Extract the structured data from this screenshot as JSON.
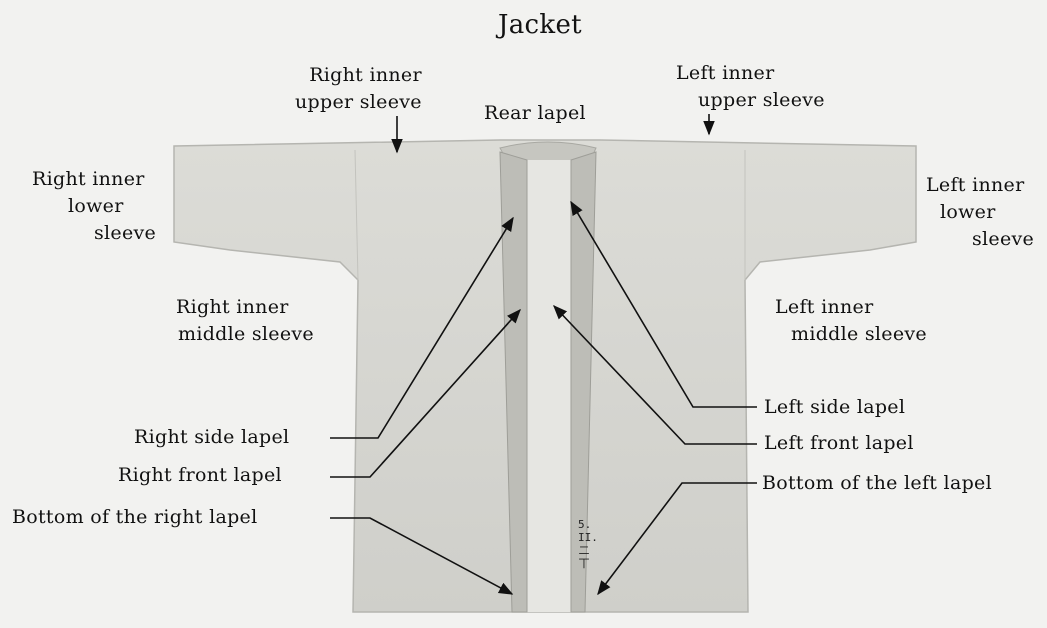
{
  "title": "Jacket",
  "labels": {
    "right_inner_upper_sleeve": [
      "Right inner",
      "upper sleeve"
    ],
    "rear_lapel": "Rear lapel",
    "left_inner_upper_sleeve": [
      "Left inner",
      "upper sleeve"
    ],
    "right_inner_lower_sleeve": [
      "Right inner",
      "lower",
      "sleeve"
    ],
    "left_inner_lower_sleeve": [
      "Left inner",
      "lower",
      "sleeve"
    ],
    "right_inner_middle_sleeve": [
      "Right inner",
      "middle sleeve"
    ],
    "left_inner_middle_sleeve": [
      "Left inner",
      "middle sleeve"
    ],
    "right_side_lapel": "Right side lapel",
    "right_front_lapel": "Right front lapel",
    "bottom_right_lapel": "Bottom of the right lapel",
    "left_side_lapel": "Left side lapel",
    "left_front_lapel": "Left front lapel",
    "bottom_left_lapel": "Bottom of the left lapel"
  },
  "stamp": [
    "5.",
    "II.",
    "二",
    "丅"
  ],
  "colors": {
    "background": "#f2f2f0",
    "garment": "#d9d9d4",
    "lapel": "#c4c4be",
    "ink": "#111111"
  }
}
